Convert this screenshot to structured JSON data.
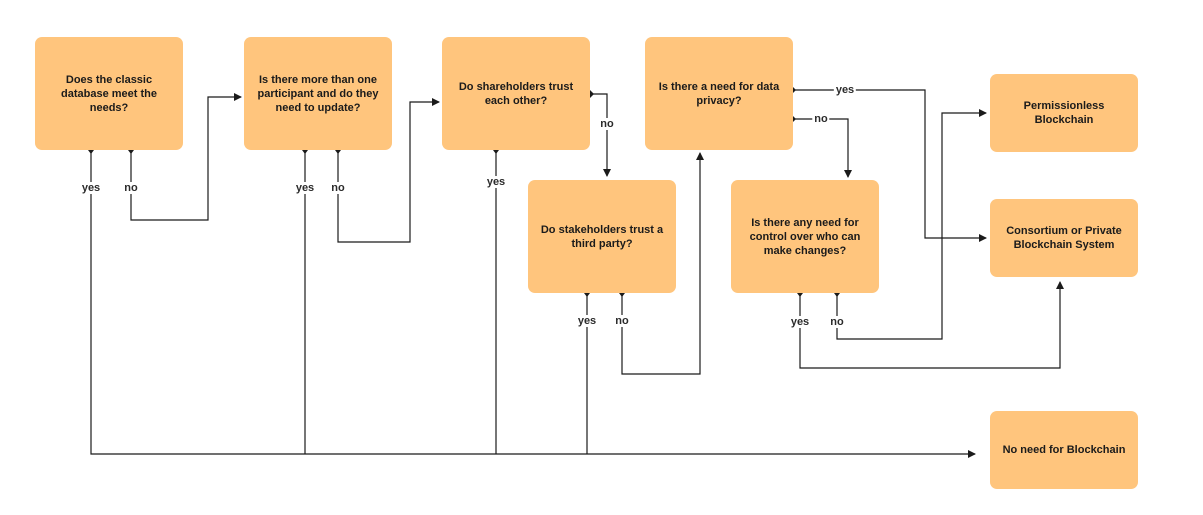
{
  "nodes": {
    "classic_db": "Does the classic database meet the needs?",
    "multi_participant": "Is there more than one participant and do they need to update?",
    "shareholders_trust": "Do shareholders trust each other?",
    "third_party": "Do stakeholders trust a third party?",
    "data_privacy": "Is there a need for data privacy?",
    "control_changes": "Is there any need for control over who can make changes?",
    "permissionless": "Permissionless Blockchain",
    "consortium": "Consortium or Private Blockchain System",
    "no_need": "No need for Blockchain"
  },
  "labels": {
    "classic_db_yes": "yes",
    "classic_db_no": "no",
    "multi_participant_yes": "yes",
    "multi_participant_no": "no",
    "shareholders_trust_no": "no",
    "shareholders_trust_yes": "yes",
    "third_party_yes": "yes",
    "third_party_no": "no",
    "data_privacy_yes": "yes",
    "data_privacy_no": "no",
    "control_changes_yes": "yes",
    "control_changes_no": "no"
  },
  "colors": {
    "node_fill": "#ffc57d",
    "line": "#1b1b1b"
  }
}
